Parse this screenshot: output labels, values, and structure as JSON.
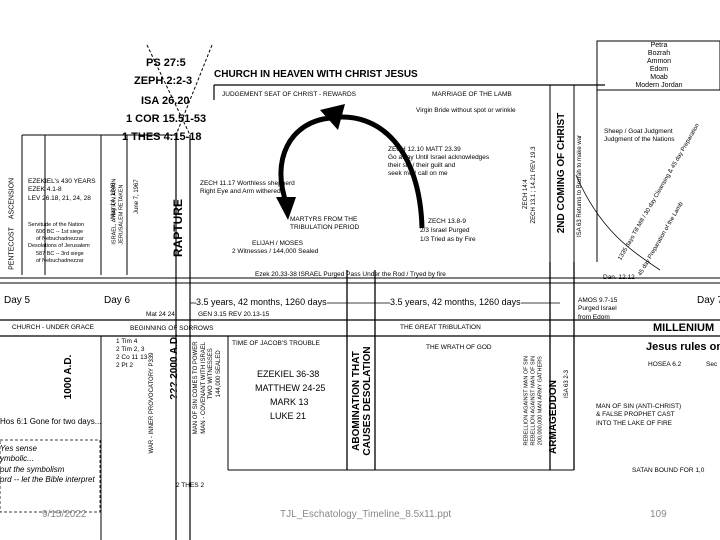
{
  "top_refs": {
    "ps": "PS 27:5",
    "zeph": "ZEPH 2:2-3",
    "isa": "ISA 26.20",
    "cor": "1 COR 15.51-53",
    "thes": "1 THES 4:15-18"
  },
  "church_heaven": "CHURCH IN HEAVEN WITH CHRIST JESUS",
  "judgement_seat": "JUDGEMENT SEAT OF CHRIST - REWARDS",
  "marriage": "MARRIAGE OF THE LAMB",
  "virgin_bride": "Virgin Bride without spot or wrinkle",
  "nations_box": [
    "Petra",
    "Bozrah",
    "Ammon",
    "Edom",
    "Moab",
    "Modern Jordan"
  ],
  "isa63": "ISA 63   Returns to Bozrah to make war",
  "second_coming": "2ND COMING OF CHRIST",
  "rev193": "ZECH 13.1 ; 14.21    REV 19.3",
  "zech14_4": "ZECH 14:4",
  "sheep_goat": [
    "Sheep / Goat Judgment",
    "Judgment of the Nations"
  ],
  "days_1335": "1335 days Till Mill / 30 day Cleansing & 45 day Preparation",
  "days_lamb": "45 day Preparation of the Lamb",
  "zech_matt": [
    "ZECH 12.10       MATT 23.39",
    "Go away Until Israel acknowledges",
    "their sin / their guilt and",
    "seek me / call on me"
  ],
  "zech11": [
    "ZECH 11.17 Worthless shepherd",
    "Right Eye and Arm withered"
  ],
  "martyrs": [
    "MARTYRS FROM THE",
    "TRIBULATION PERIOD"
  ],
  "elijah": [
    "ELIJAH / MOSES",
    "2 Witnesses / 144,000 Sealed"
  ],
  "zech138": [
    "ZECH 13.8-9",
    "2/3 Israel Purged",
    "1/3 Tried as by Fire"
  ],
  "ezek2033": "Ezek 20.33-38   ISRAEL   Purged   Pass Under the Rod / Tryed by fire",
  "dan1212": "Dan. 12.12",
  "ascension": "ASCENSION",
  "pentecost": "PENTECOST",
  "ezekiel430": [
    "EZEKIEL's 430 YEARS",
    "EZEK 4.1-8",
    "LEV 26.18, 21, 24, 28"
  ],
  "servitude": [
    "Servitude of the Nation",
    "606 BC -- 1st siege",
    "of Nebuchadnezzar",
    "Desolations of Jerusalem",
    "587 BC -- 3rd siege",
    "of Nebuchadnezzar"
  ],
  "israel_nation": [
    "ISRAEL, A NATION AGAIN",
    "JERUSALEM RETAKEN"
  ],
  "may1948": "May 14, 1948",
  "june1967": "June 7, 1967",
  "rapture": "RAPTURE",
  "day5": "Day 5",
  "day6": "Day 6",
  "day7": "Day 7",
  "half1": "3.5 years, 42 months, 1260 days",
  "half2": "3.5 years, 42 months, 1260 days",
  "mat2424": "Mat 24 24",
  "gen_rev": "GEN 3.15     REV 20.13-15",
  "amos": [
    "AMOS 9.7-15",
    "Purged Israel",
    "from Edom"
  ],
  "church_grace": "CHURCH - UNDER GRACE",
  "sorrows": "BEGINNING OF SORROWS",
  "great_trib": "THE GREAT TRIBULATION",
  "millenium": "MILLENIUM",
  "jesus_rules": "Jesus rules on",
  "ad1000": "1000 A.D.",
  "timothy": [
    "1 Tim 4",
    "2 Tim 2, 3",
    "2 Co 11 13",
    "2 Pt 2"
  ],
  "ad2000": "??? 2000 A.D.",
  "war_inner": "WAR - INNER PROVOCATORY P339",
  "man_of_sin": [
    "MAN OF SIN COMES TO POWER",
    "MAN - COVENANT WITH ISRAEL"
  ],
  "two_witnesses": [
    "TWO WITNESSES",
    "144,000 SEALED"
  ],
  "jacobs_trouble": "TIME OF JACOB'S TROUBLE",
  "ezek3638": "EZEKIEL 36-38",
  "matt2425": "MATTHEW 24-25",
  "mark13": "MARK 13",
  "luke21": "LUKE 21",
  "abomination": [
    "ABOMINATION THAT",
    "CAUSES DESOLATION"
  ],
  "wrath": "THE WRATH OF GOD",
  "rebellion": [
    "REBELLION AGAINST MAN OF SIN",
    "REBELLION AGAINST MAN OF SIN",
    "200,000,000 MAN ARMY GATHERS"
  ],
  "armageddon": "ARMAGEDDON",
  "isa632": "ISA 63 2-3",
  "hosea": "HOSEA 6.2",
  "sec": "Sec",
  "man_of_sin_cast": [
    "MAN OF SIN (ANTI-CHRIST)",
    "& FALSE PROPHET CAST",
    "INTO THE LAKE OF FIRE"
  ],
  "satan_bound": "SATAN BOUND FOR 1,0",
  "hos61": "Hos 6:1  Gone for two days...",
  "left_notes": [
    "Yes sense",
    "ymbolic...",
    "out the symbolism",
    "ord -- let the Bible interpret"
  ],
  "thes2": "2 THES 2",
  "footer_date": "9/15/2022",
  "footer_file": "TJL_Eschatology_Timeline_8.5x11.ppt",
  "page_number": "109"
}
